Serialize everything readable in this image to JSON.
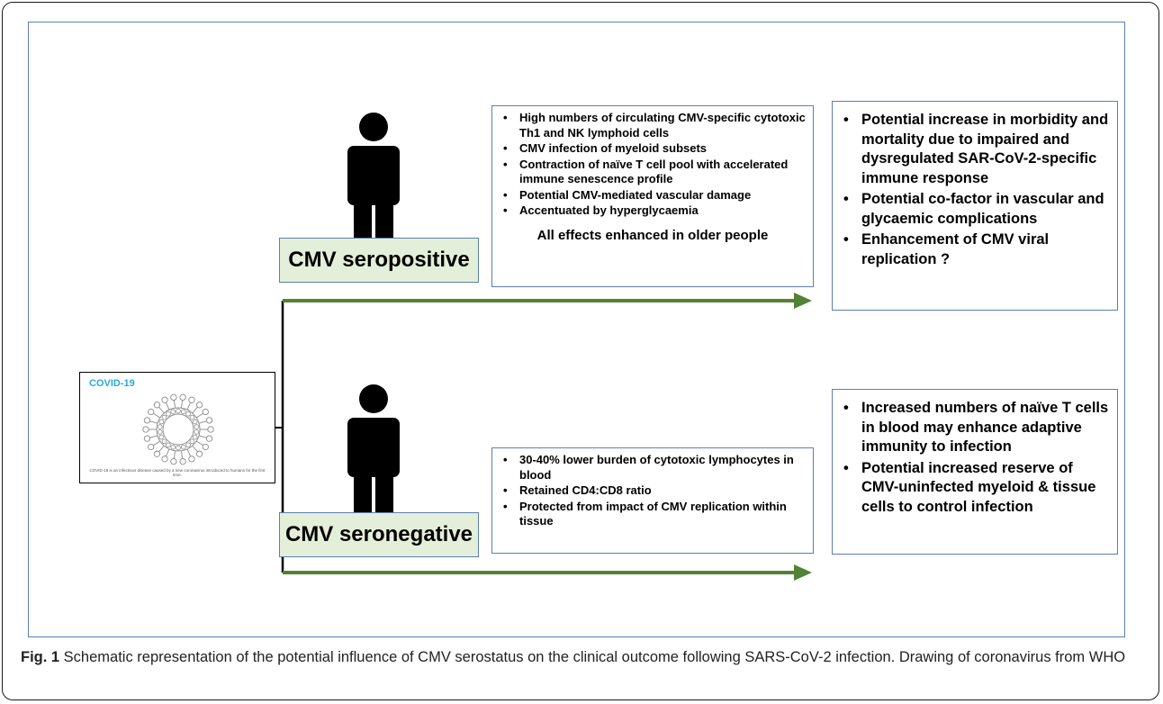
{
  "status": {
    "positive_label": "CMV seropositive",
    "negative_label": "CMV seronegative"
  },
  "positive_effects": {
    "items": [
      "High numbers of circulating CMV-specific cytotoxic Th1 and NK lymphoid cells",
      "CMV infection of myeloid subsets",
      "Contraction of naïve T cell pool with accelerated immune senescence profile",
      "Potential CMV-mediated vascular damage",
      "Accentuated by hyperglycaemia"
    ],
    "footer": "All effects enhanced in older people"
  },
  "negative_effects": {
    "items": [
      "30-40% lower burden of cytotoxic lymphocytes in blood",
      "Retained CD4:CD8 ratio",
      "Protected from impact of CMV replication within tissue"
    ]
  },
  "positive_outcomes": {
    "items": [
      "Potential increase in morbidity and mortality due to impaired and dysregulated SAR-CoV-2-specific immune response",
      "Potential co-factor in vascular and glycaemic complications",
      "Enhancement of CMV viral replication ?"
    ]
  },
  "negative_outcomes": {
    "items": [
      "Increased numbers of naïve T cells in blood may enhance adaptive immunity to infection",
      "Potential increased reserve of CMV-uninfected myeloid & tissue cells to control infection"
    ]
  },
  "covid_image": {
    "label": "COVID-19",
    "caption": "COVID-19 is an infectious disease caused by a new coronavirus introduced to humans for the first time."
  },
  "figure_caption": {
    "label": "Fig. 1",
    "text": " Schematic representation of the potential influence of CMV serostatus on the clinical outcome following SARS-CoV-2 infection. Drawing of coronavirus from WHO"
  },
  "colors": {
    "arrow": "#548235",
    "box_border": "#5a7fb4",
    "status_fill": "#e4efd9",
    "covid_label": "#2aa8d8"
  }
}
